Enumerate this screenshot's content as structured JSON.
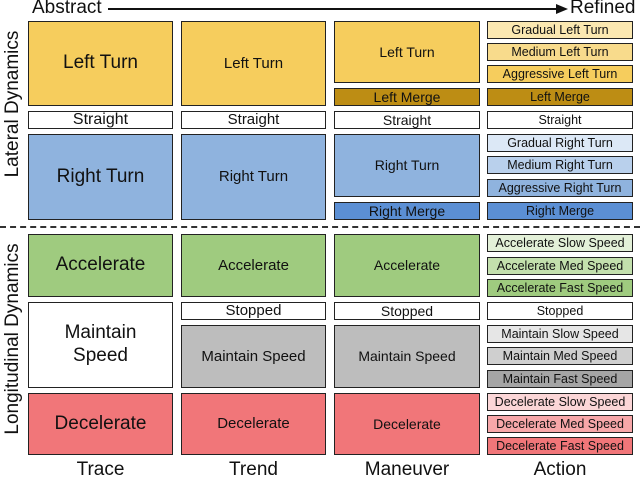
{
  "header": {
    "left": "Abstract",
    "right": "Refined"
  },
  "section_labels": {
    "lateral": "Lateral Dynamics",
    "longitudinal": "Longitudinal Dynamics"
  },
  "columns": [
    "Trace",
    "Trend",
    "Maneuver",
    "Action"
  ],
  "trace": {
    "left_turn": "Left Turn",
    "straight": "Straight",
    "right_turn": "Right Turn",
    "accelerate": "Accelerate",
    "maintain_speed": "Maintain Speed",
    "decelerate": "Decelerate"
  },
  "trend": {
    "left_turn": "Left Turn",
    "straight": "Straight",
    "right_turn": "Right Turn",
    "accelerate": "Accelerate",
    "stopped": "Stopped",
    "maintain_speed": "Maintain Speed",
    "decelerate": "Decelerate"
  },
  "maneuver": {
    "left_turn": "Left Turn",
    "left_merge": "Left Merge",
    "straight": "Straight",
    "right_turn": "Right Turn",
    "right_merge": "Right Merge",
    "accelerate": "Accelerate",
    "stopped": "Stopped",
    "maintain_speed": "Maintain Speed",
    "decelerate": "Decelerate"
  },
  "action": {
    "gradual_left_turn": "Gradual Left Turn",
    "medium_left_turn": "Medium Left Turn",
    "aggressive_left_turn": "Aggressive Left Turn",
    "left_merge": "Left Merge",
    "straight": "Straight",
    "gradual_right_turn": "Gradual Right Turn",
    "medium_right_turn": "Medium Right Turn",
    "aggressive_right_turn": "Aggressive Right Turn",
    "right_merge": "Right Merge",
    "accelerate_slow": "Accelerate Slow Speed",
    "accelerate_med": "Accelerate Med Speed",
    "accelerate_fast": "Accelerate Fast Speed",
    "stopped": "Stopped",
    "maintain_slow": "Maintain Slow Speed",
    "maintain_med": "Maintain Med Speed",
    "maintain_fast": "Maintain Fast Speed",
    "decelerate_slow": "Decelerate Slow Speed",
    "decelerate_med": "Decelerate Med Speed",
    "decelerate_fast": "Decelerate Fast Speed"
  },
  "colors": {
    "left_turn": "#f6cd5d",
    "left_merge": "#bd8d14",
    "right_turn": "#8fb3de",
    "right_merge": "#5b8fd4",
    "accelerate": "#9fcb7f",
    "maintain": "#bdbdbd",
    "decelerate": "#f17679"
  }
}
